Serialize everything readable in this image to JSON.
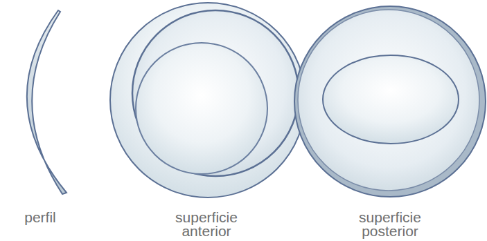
{
  "diagram": {
    "labels": [
      "perfil",
      "superficie anterior",
      "superficie posterior"
    ]
  }
}
